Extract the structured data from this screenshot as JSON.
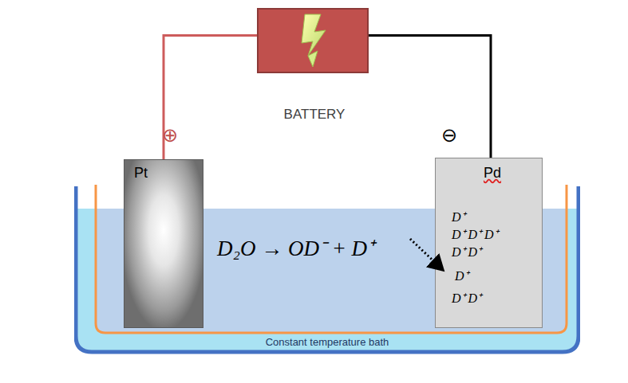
{
  "diagram": {
    "nodes": [
      {
        "text": [
          "BATTERY"
        ]
      },
      {
        "text": [
          "Pt"
        ]
      },
      {
        "text": [
          "Pd",
          "D⁺",
          "D⁺ D⁺ D⁺",
          "D⁺ D⁺",
          "D⁺",
          "D⁺ D⁺"
        ]
      },
      {
        "text": [
          "Constant temperature bath"
        ]
      }
    ],
    "edges": [
      {
        "from": 0,
        "to": 1,
        "arrow": "none"
      },
      {
        "from": 0,
        "to": 2,
        "arrow": "none"
      }
    ],
    "labels": [
      "⊕",
      "⊖",
      "D₂O → OD⁻ + D⁺"
    ]
  }
}
